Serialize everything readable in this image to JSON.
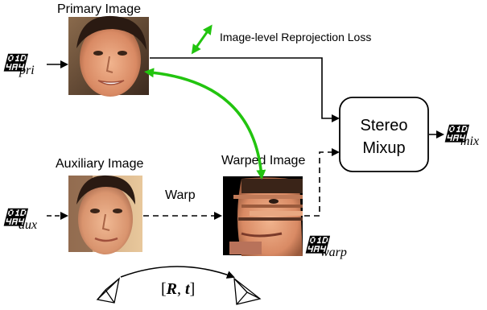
{
  "labels": {
    "primary_image": "Primary Image",
    "auxiliary_image": "Auxiliary Image",
    "warped_image": "Warped Image",
    "warp": "Warp",
    "loss_legend": "Image-level Reprojection Loss",
    "stereo_mixup_line1": "Stereo",
    "stereo_mixup_line2": "Mixup"
  },
  "math": {
    "symbol": "𝒤",
    "pri_sub": "pri",
    "aux_sub": "aux",
    "warp_sub": "warp",
    "mix_sub": "mix",
    "pose_open": "[",
    "pose_R": "R",
    "pose_comma": ", ",
    "pose_t": "t",
    "pose_close": "]"
  },
  "colors": {
    "loss_arrow": "#22c40f",
    "line": "#000000"
  },
  "icons": {
    "primary_face": "face-photo-icon",
    "auxiliary_face": "face-photo-icon",
    "warped_face": "warped-face-photo-icon",
    "camera_left": "camera-frustum-icon",
    "camera_right": "camera-frustum-icon"
  }
}
